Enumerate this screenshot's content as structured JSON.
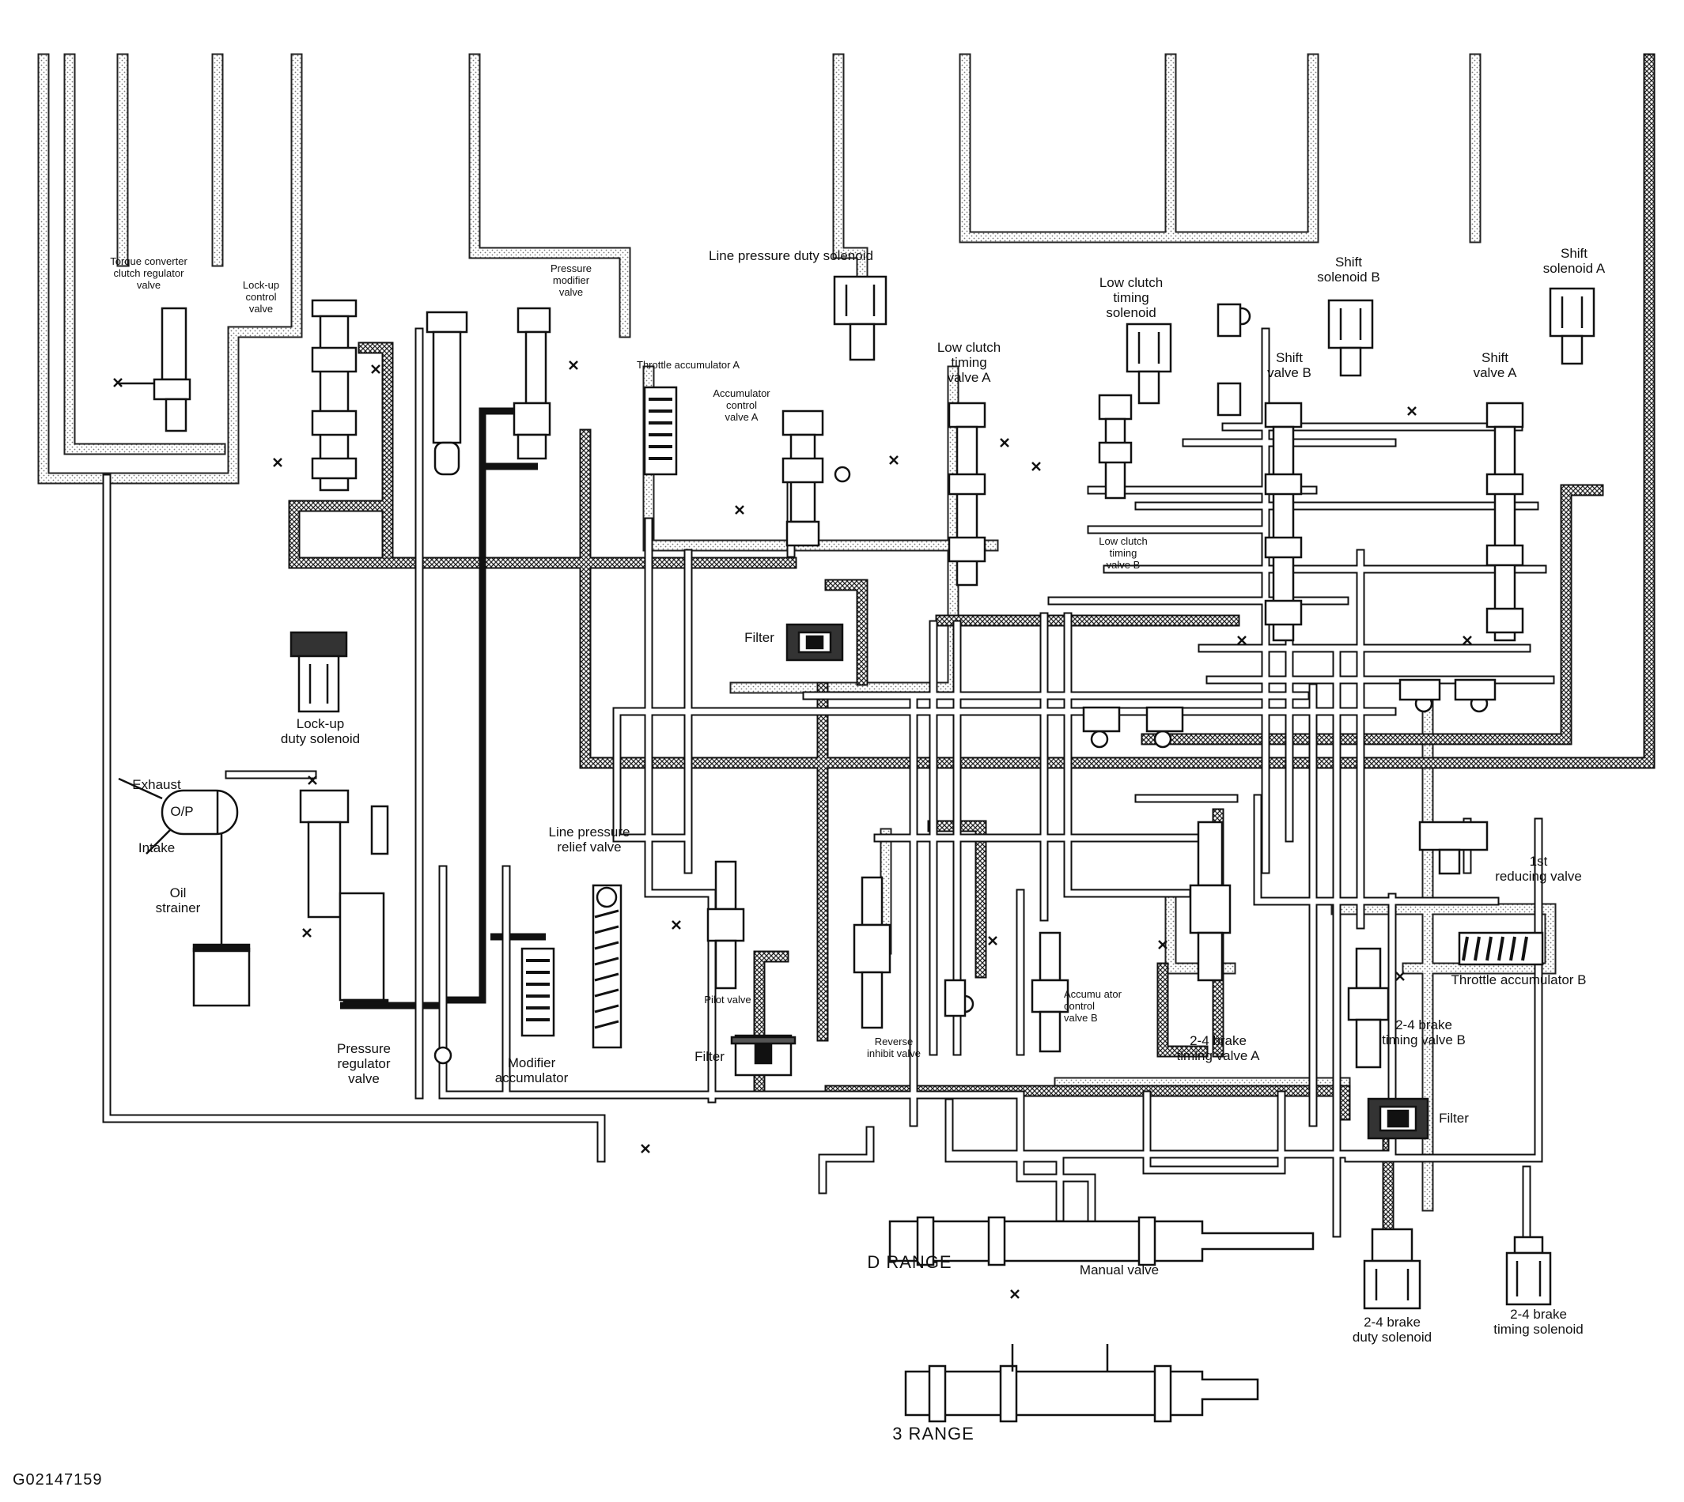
{
  "figure_id": "G02147159",
  "labels": {
    "torque_converter": "Torque converter\nclutch regulator\nvalve",
    "lockup_control": "Lock-up\ncontrol\nvalve",
    "pressure_modifier": "Pressure\nmodifier\nvalve",
    "line_pressure_duty_solenoid": "Line pressure duty solenoid",
    "throttle_accumulator_a": "Throttle accumulator A",
    "accumulator_control_a": "Accumulator\ncontrol\nvalve A",
    "low_clutch_timing_valve_a": "Low clutch\ntiming\nvalve A",
    "low_clutch_timing_solenoid": "Low clutch\ntiming\nsolenoid",
    "low_clutch_timing_valve_b": "Low clutch\ntiming\nvalve B",
    "shift_solenoid_b": "Shift\nsolenoid B",
    "shift_valve_b": "Shift\nvalve B",
    "shift_solenoid_a": "Shift\nsolenoid A",
    "shift_valve_a": "Shift\nvalve A",
    "filter_1": "Filter",
    "lockup_duty_solenoid": "Lock-up\nduty solenoid",
    "exhaust": "Exhaust",
    "op": "O/P",
    "intake": "Intake",
    "oil_strainer": "Oil\nstrainer",
    "line_pressure_relief": "Line pressure\nrelief valve",
    "pilot_valve": "Pilot valve",
    "filter_2": "Filter",
    "reverse_inhibit": "Reverse\ninhibit valve",
    "accumulator_control_b": "Accumu ator\ncontrol\nvalve B",
    "brake_timing_valve_a": "2-4 brake\ntiming valve A",
    "first_reducing": "1st\nreducing valve",
    "throttle_accumulator_b": "Throttle accumulator B",
    "brake_timing_valve_b": "2-4 brake\ntiming valve B",
    "filter_3": "Filter",
    "pressure_regulator": "Pressure\nregulator\nvalve",
    "modifier_accumulator": "Modifier\naccumulator",
    "d_range": "D RANGE",
    "manual_valve": "Manual valve",
    "brake_duty_solenoid": "2-4 brake\nduty solenoid",
    "brake_timing_solenoid": "2-4 brake\ntiming solenoid",
    "three_range": "3 RANGE"
  }
}
